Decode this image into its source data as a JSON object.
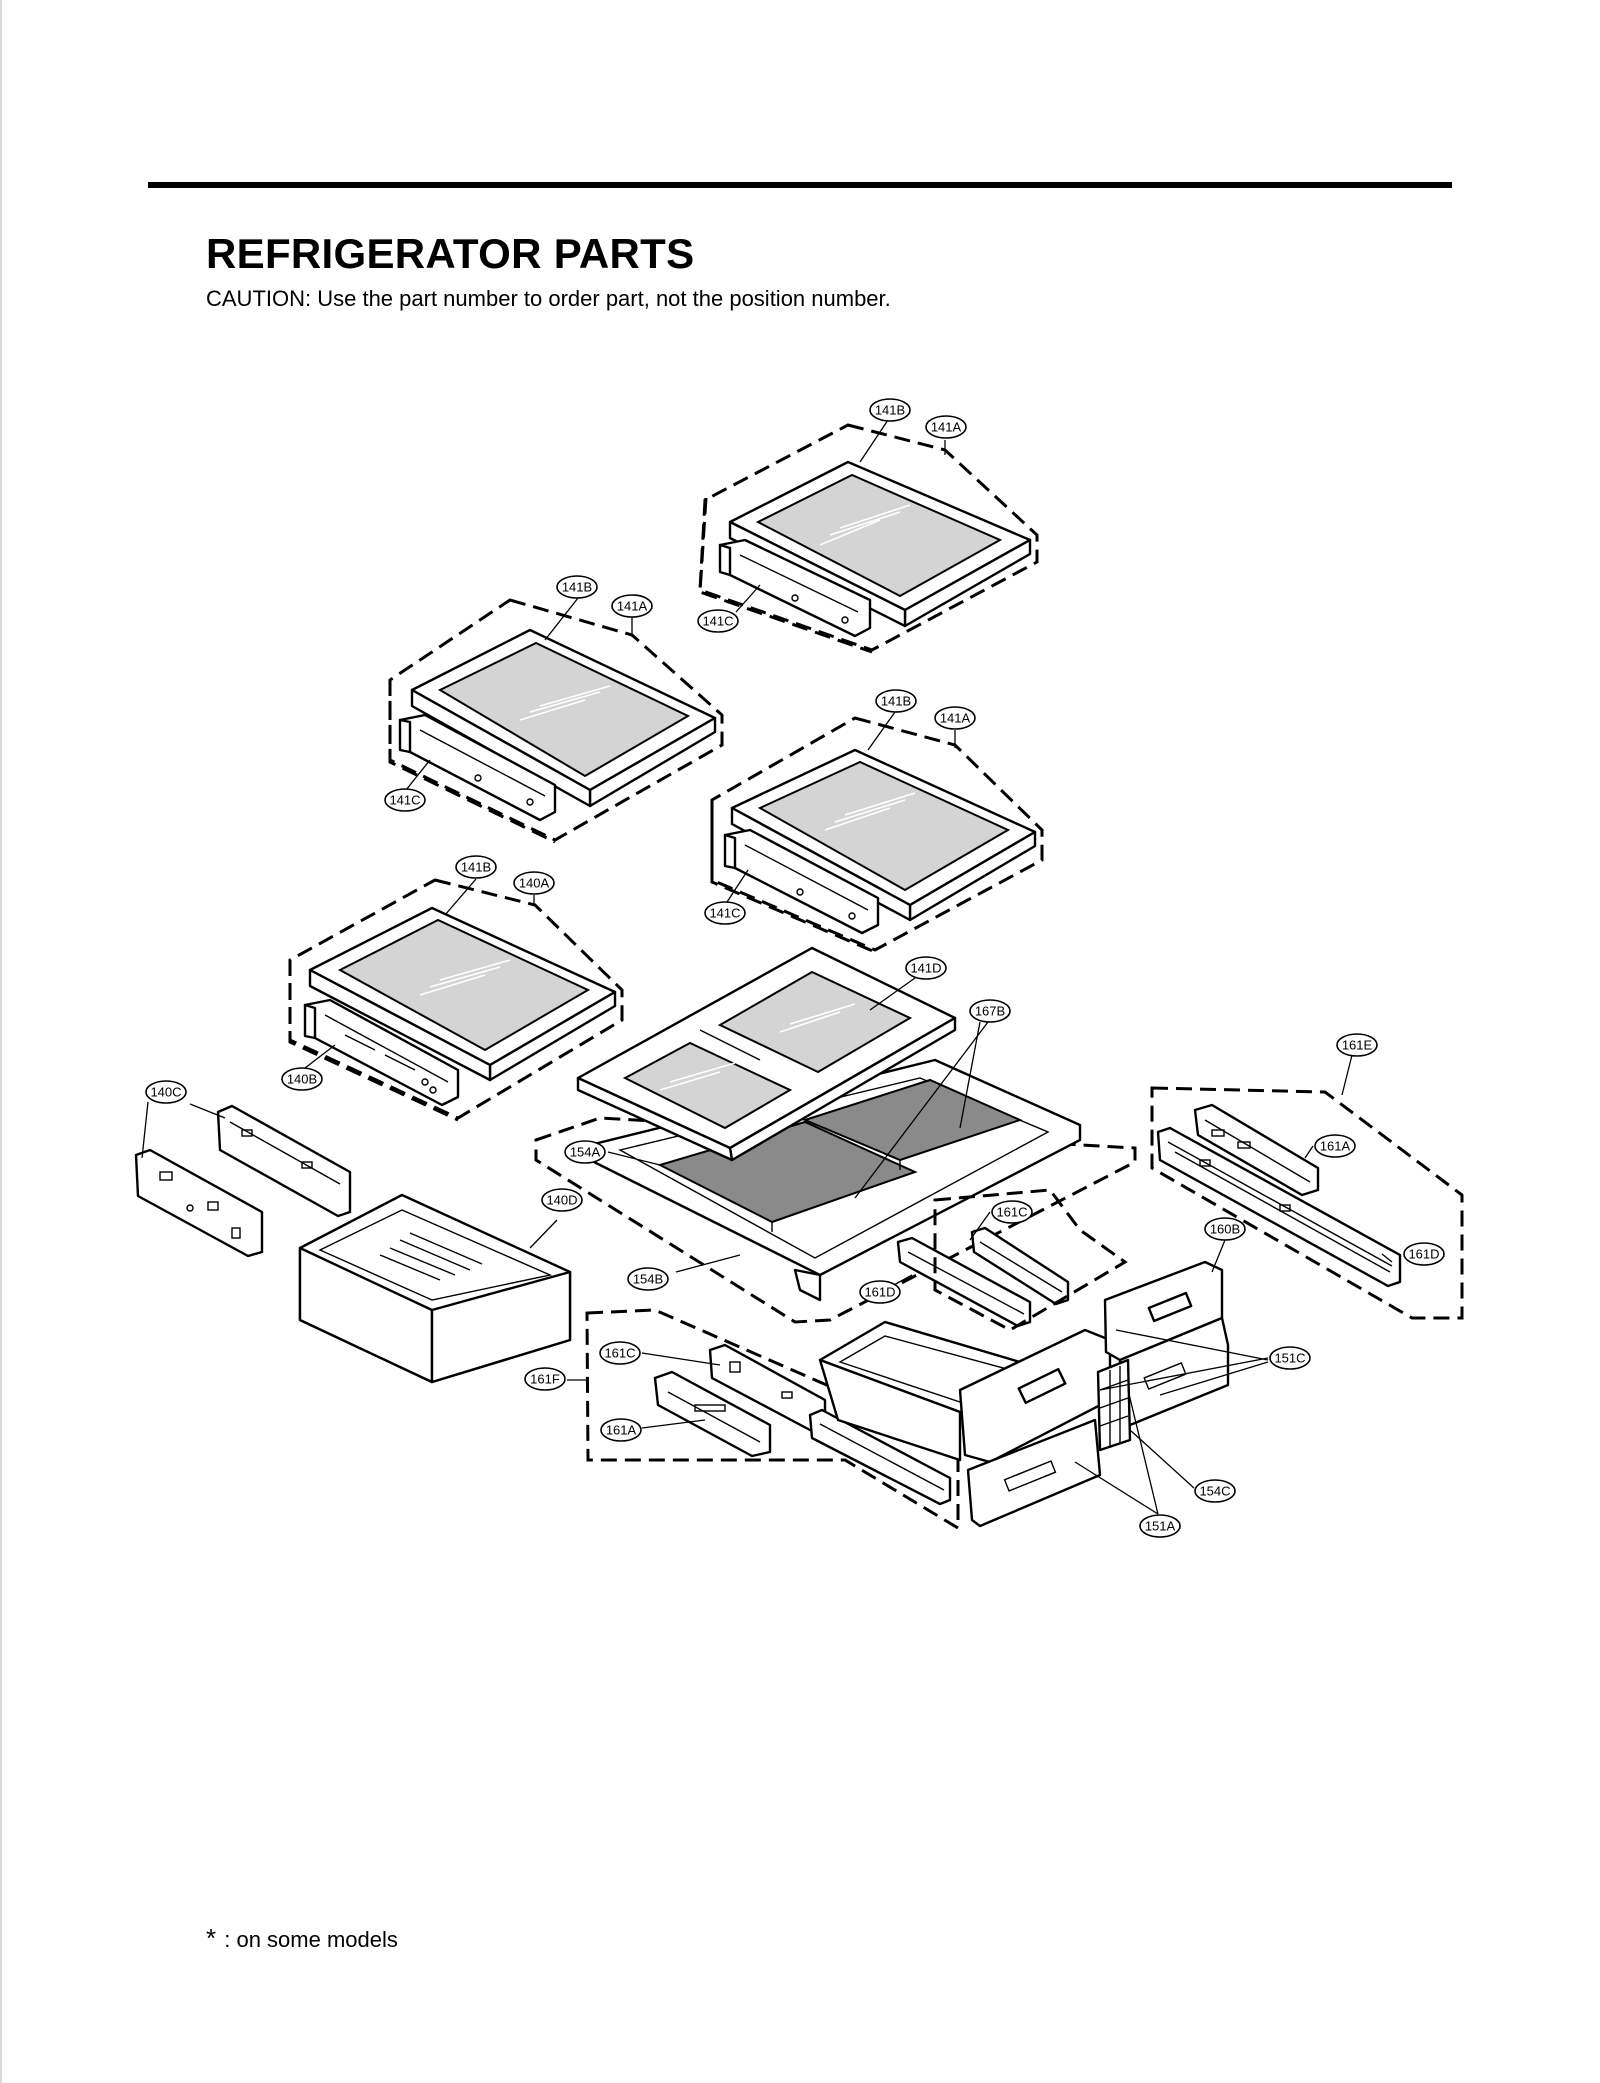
{
  "page": {
    "title": "REFRIGERATOR PARTS",
    "caution": "CAUTION: Use the part number to order part, not the position number.",
    "footnote_symbol": "*",
    "footnote_text": ": on some models"
  },
  "callouts": [
    {
      "id": "c1",
      "label": "141B"
    },
    {
      "id": "c2",
      "label": "141A"
    },
    {
      "id": "c3",
      "label": "141C"
    },
    {
      "id": "c4",
      "label": "141B"
    },
    {
      "id": "c5",
      "label": "141A"
    },
    {
      "id": "c6",
      "label": "141C"
    },
    {
      "id": "c7",
      "label": "141B"
    },
    {
      "id": "c8",
      "label": "141A"
    },
    {
      "id": "c9",
      "label": "141C"
    },
    {
      "id": "c10",
      "label": "141B"
    },
    {
      "id": "c11",
      "label": "140A"
    },
    {
      "id": "c12",
      "label": "140B"
    },
    {
      "id": "c13",
      "label": "140C"
    },
    {
      "id": "c14",
      "label": "141D"
    },
    {
      "id": "c15",
      "label": "167B"
    },
    {
      "id": "c16",
      "label": "161E"
    },
    {
      "id": "c17",
      "label": "161A"
    },
    {
      "id": "c18",
      "label": "161D"
    },
    {
      "id": "c19",
      "label": "154A"
    },
    {
      "id": "c20",
      "label": "140D"
    },
    {
      "id": "c21",
      "label": "161C"
    },
    {
      "id": "c22",
      "label": "160B"
    },
    {
      "id": "c23",
      "label": "154B"
    },
    {
      "id": "c24",
      "label": "161D"
    },
    {
      "id": "c25",
      "label": "161C"
    },
    {
      "id": "c26",
      "label": "161F"
    },
    {
      "id": "c27",
      "label": "161A"
    },
    {
      "id": "c28",
      "label": "151C"
    },
    {
      "id": "c29",
      "label": "154C"
    },
    {
      "id": "c30",
      "label": "151A"
    }
  ]
}
